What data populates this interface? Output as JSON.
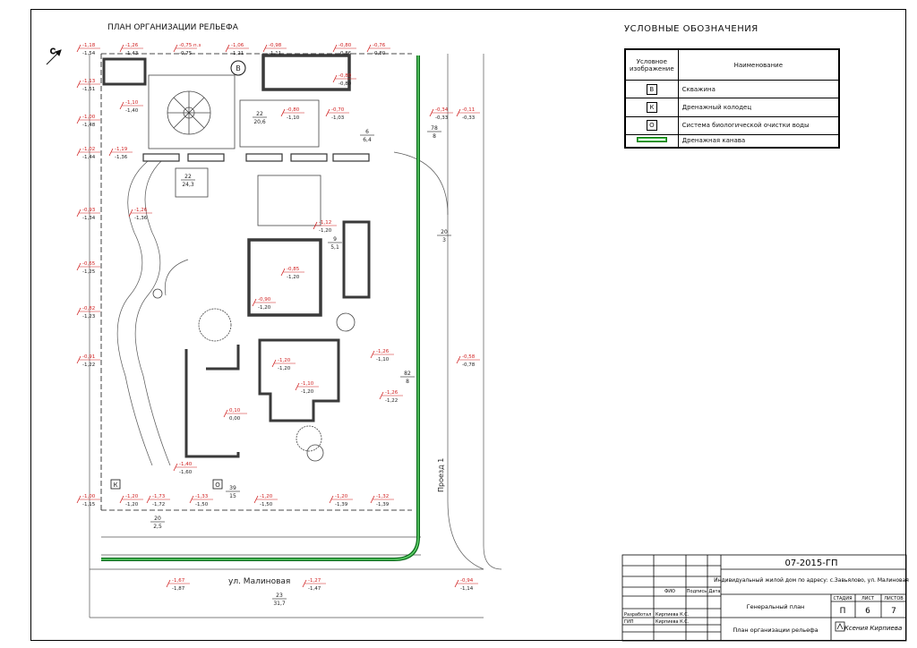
{
  "plan": {
    "title": "ПЛАН ОРГАНИЗАЦИИ РЕЛЬЕФА",
    "north_label": "С",
    "street_label": "ул. Малиновая",
    "passage_label": "Проезд 1",
    "well_marker": "В",
    "drain_marker": "К",
    "bio_marker": "О",
    "elevation_labels": [
      {
        "v": "-1,18",
        "b": "-1,54"
      },
      {
        "v": "-1,26",
        "b": "-1,43"
      },
      {
        "v": "-0,75 п.з",
        "b": "-0,75"
      },
      {
        "v": "-1,06",
        "b": "-1,21"
      },
      {
        "v": "-0,98",
        "b": "-1,11"
      },
      {
        "v": "-0,80",
        "b": "-0,86"
      },
      {
        "v": "-0,76",
        "b": "-0,80"
      },
      {
        "v": "-0,80",
        "b": "-0,80"
      },
      {
        "v": "-1,13",
        "b": "-1,51"
      },
      {
        "v": "-1,00",
        "b": "-1,48"
      },
      {
        "v": "-1,10",
        "b": "-1,40"
      },
      {
        "v": "-1,02",
        "b": "-1,44"
      },
      {
        "v": "-1,19",
        "b": "-1,36"
      },
      {
        "v": "-0,93",
        "b": "-1,34"
      },
      {
        "v": "-1,26",
        "b": "-1,36"
      },
      {
        "v": "-0,65",
        "b": "-1,25"
      },
      {
        "v": "-0,82",
        "b": "-1,23"
      },
      {
        "v": "-0,91",
        "b": "-1,22"
      },
      {
        "v": "-1,00",
        "b": "-1,15"
      },
      {
        "v": "-1,20",
        "b": "-1,20"
      },
      {
        "v": "-1,73",
        "b": "-1,72"
      },
      {
        "v": "-1,40",
        "b": "-1,60"
      },
      {
        "v": "-1,33",
        "b": "-1,50"
      },
      {
        "v": "-1,20",
        "b": "-1,50"
      },
      {
        "v": "-1,20",
        "b": "-1,39"
      },
      {
        "v": "-1,32",
        "b": "-1,39"
      },
      {
        "v": "-0,34",
        "b": "-0,33"
      },
      {
        "v": "-0,11",
        "b": "-0,33"
      },
      {
        "v": "-0,58",
        "b": "-0,78"
      },
      {
        "v": "-0,94",
        "b": "-1,14"
      },
      {
        "v": "-1,67",
        "b": "-1,87"
      },
      {
        "v": "-1,27",
        "b": "-1,47"
      },
      {
        "v": "-0,85",
        "b": "-1,20"
      },
      {
        "v": "-0,90",
        "b": "-1,20"
      },
      {
        "v": "-1,20",
        "b": "-1,20"
      },
      {
        "v": "-1,10",
        "b": "-1,20"
      },
      {
        "v": "-1,12",
        "b": "-1,20"
      },
      {
        "v": "0,10",
        "b": "0,00"
      },
      {
        "v": "-0,70",
        "b": "-1,03"
      },
      {
        "v": "-0,80",
        "b": "-1,10"
      },
      {
        "v": "-1,26",
        "b": "-1,10"
      },
      {
        "v": "-1,26",
        "b": "-1,22"
      }
    ],
    "slope_labels": [
      "22 20,6",
      "22 24,3",
      "6 6,4",
      "78 8",
      "20 3",
      "9 5,1",
      "82 8",
      "23 31,7",
      "39 15",
      "20 2,5"
    ]
  },
  "legend": {
    "title": "УСЛОВНЫЕ ОБОЗНАЧЕНИЯ",
    "header_symbol": "Условное изображение",
    "header_name": "Наименование",
    "rows": [
      {
        "symbol": "В",
        "name": "Скважина"
      },
      {
        "symbol": "К",
        "name": "Дренажный колодец"
      },
      {
        "symbol": "О",
        "name": "Система биологической очистки воды"
      },
      {
        "symbol": "green-line",
        "name": "Дренажная канава"
      }
    ]
  },
  "stamp": {
    "code": "07-2015-ГП",
    "description": "Индивидуальный жилой дом по адресу: с.Завьялово, ул. Малиновая",
    "sheet_title": "Генеральный план",
    "drawing_title": "План организации рельефа",
    "col_fio": "ФИО",
    "col_sign": "Подпись",
    "col_date": "Дата",
    "stage_label": "СТАДИЯ",
    "sheet_label": "ЛИСТ",
    "sheets_label": "ЛИСТОВ",
    "stage": "П",
    "sheet": "6",
    "sheets": "7",
    "role_dev": "Разработал",
    "role_gip": "ГИП",
    "name_dev": "Кирпиева К.С.",
    "name_gip": "Кирпиева К.С.",
    "brand": "Ксения Кирпиева"
  },
  "colors": {
    "drain": "#22a83a",
    "dim": "#d01e1e",
    "line": "#111111",
    "wall": "#3a3a3a"
  }
}
